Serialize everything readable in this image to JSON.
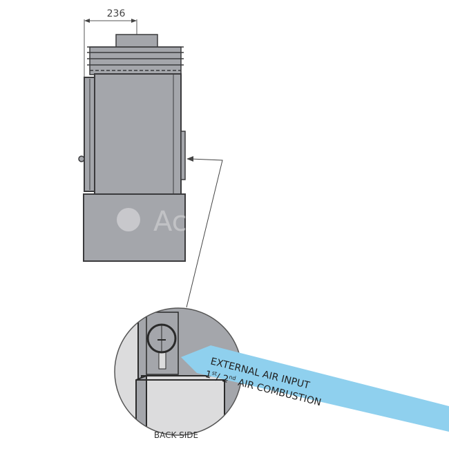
{
  "dimension": {
    "value": "236"
  },
  "watermark": {
    "text": "Ac"
  },
  "callout": {
    "line1": "EXTERNAL AIR INPUT",
    "line2_num1": "1",
    "line2_sup1": "st",
    "line2_sep": "/ 2",
    "line2_sup2": "nd",
    "line2_rest": " AIR COMBUSTION"
  },
  "detail_label": "BACK SIDE",
  "colors": {
    "body": "#a4a6ab",
    "outline": "#3a3a3c",
    "callout": "#8fd0ee",
    "light": "#dcdcdd"
  }
}
